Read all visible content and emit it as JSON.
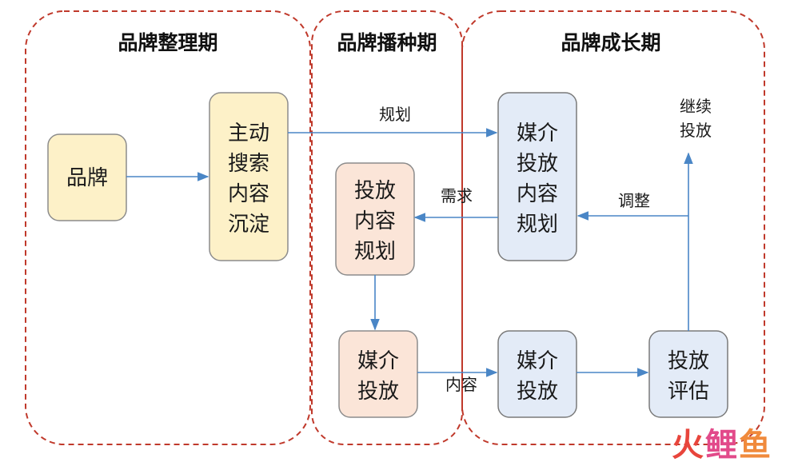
{
  "phases": [
    {
      "id": "p1",
      "title": "品牌整理期"
    },
    {
      "id": "p2",
      "title": "品牌播种期"
    },
    {
      "id": "p3",
      "title": "品牌成长期"
    }
  ],
  "nodes": {
    "brand": {
      "lines": [
        "品牌"
      ],
      "fill": "#fdf1c8",
      "stroke": "#8c8c8c"
    },
    "active_search": {
      "lines": [
        "主动",
        "搜索",
        "内容",
        "沉淀"
      ],
      "fill": "#fdf1c8",
      "stroke": "#8c8c8c"
    },
    "plan_left": {
      "lines": [
        "投放",
        "内容",
        "规划"
      ],
      "fill": "#fbe5d8",
      "stroke": "#8c8c8c"
    },
    "media_left": {
      "lines": [
        "媒介",
        "投放"
      ],
      "fill": "#fbe5d8",
      "stroke": "#8c8c8c"
    },
    "plan_right": {
      "lines": [
        "媒介",
        "投放",
        "内容",
        "规划"
      ],
      "fill": "#e3ebf7",
      "stroke": "#7a7a7a"
    },
    "media_right": {
      "lines": [
        "媒介",
        "投放"
      ],
      "fill": "#e3ebf7",
      "stroke": "#7a7a7a"
    },
    "evaluate": {
      "lines": [
        "投放",
        "评估"
      ],
      "fill": "#e3ebf7",
      "stroke": "#7a7a7a"
    }
  },
  "edge_labels": {
    "plan": "规划",
    "demand": "需求",
    "content": "内容",
    "adjust": "调整",
    "continue": [
      "继续",
      "投放"
    ]
  },
  "colors": {
    "arrow": "#4a86c6",
    "dashed": "#c0392b"
  },
  "watermark": [
    "火",
    "鲤",
    "鱼"
  ]
}
